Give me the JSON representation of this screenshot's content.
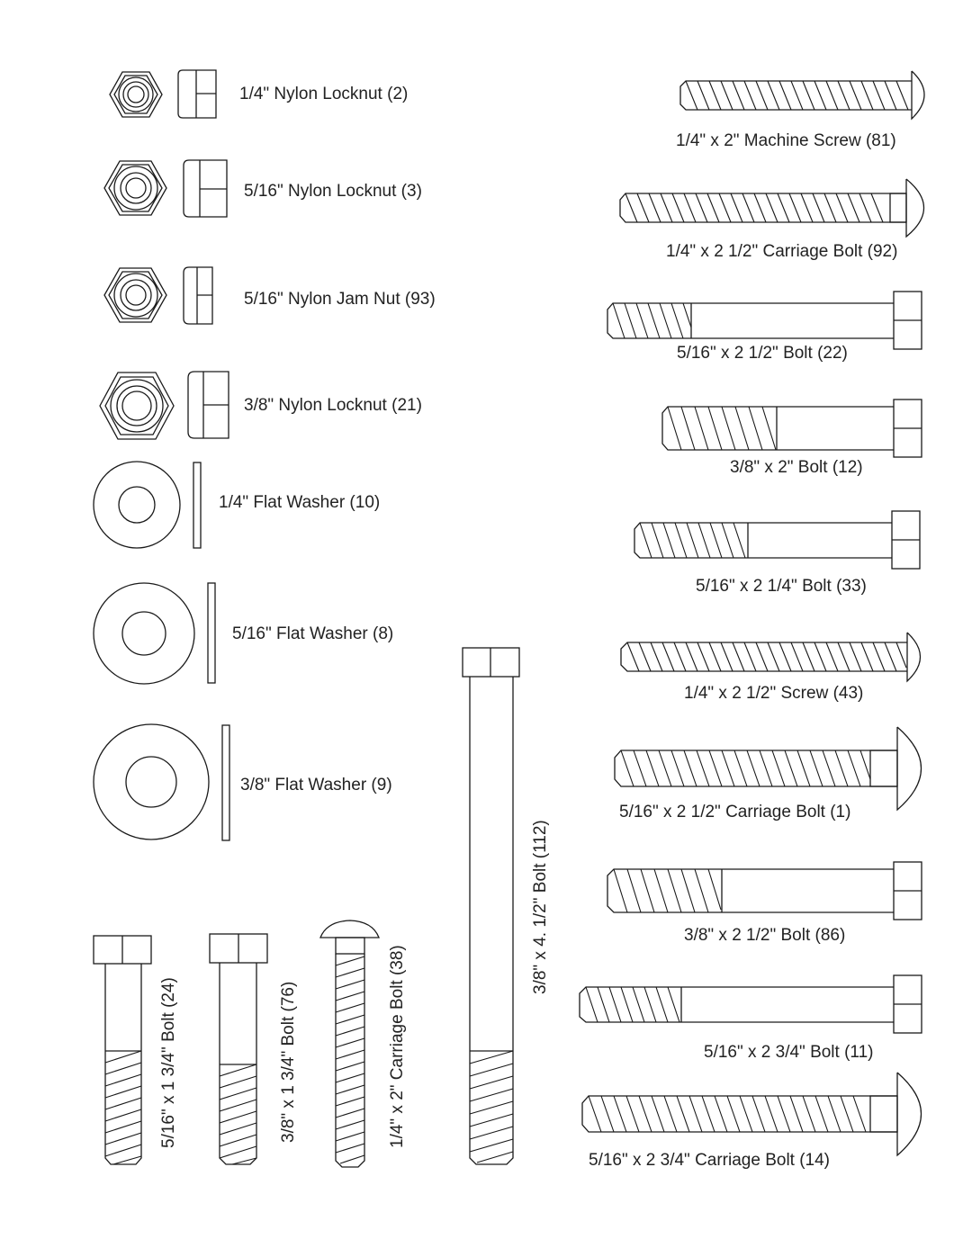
{
  "labels": {
    "nut_14_locknut": "1/4\" Nylon Locknut (2)",
    "nut_516_locknut": "5/16\" Nylon Locknut (3)",
    "nut_516_jamnut": "5/16\" Nylon Jam Nut (93)",
    "nut_38_locknut": "3/8\" Nylon Locknut (21)",
    "washer_14": "1/4\" Flat Washer (10)",
    "washer_516": "5/16\" Flat Washer (8)",
    "washer_38": "3/8\" Flat Washer (9)",
    "screw_14x2_machine": "1/4\" x 2\" Machine Screw (81)",
    "carriage_14x212": "1/4\" x 2 1/2\" Carriage Bolt (92)",
    "bolt_516x212": "5/16\" x 2 1/2\" Bolt (22)",
    "bolt_38x2": "3/8\" x 2\" Bolt (12)",
    "bolt_516x214": "5/16\" x 2 1/4\" Bolt (33)",
    "screw_14x212": "1/4\" x 2 1/2\" Screw (43)",
    "carriage_516x212": "5/16\" x 2 1/2\" Carriage Bolt (1)",
    "bolt_38x212": "3/8\" x 2 1/2\" Bolt (86)",
    "bolt_516x234": "5/16\" x 2 3/4\" Bolt (11)",
    "carriage_516x234": "5/16\" x 2 3/4\" Carriage Bolt (14)",
    "bolt_516x134": "5/16\" x 1 3/4\" Bolt (24)",
    "bolt_38x134": "3/8\" x 1 3/4\" Bolt (76)",
    "carriage_14x2": "1/4\" x 2\" Carriage Bolt (38)",
    "bolt_38x412": "3/8\" x 4. 1/2\" Bolt (112)"
  }
}
